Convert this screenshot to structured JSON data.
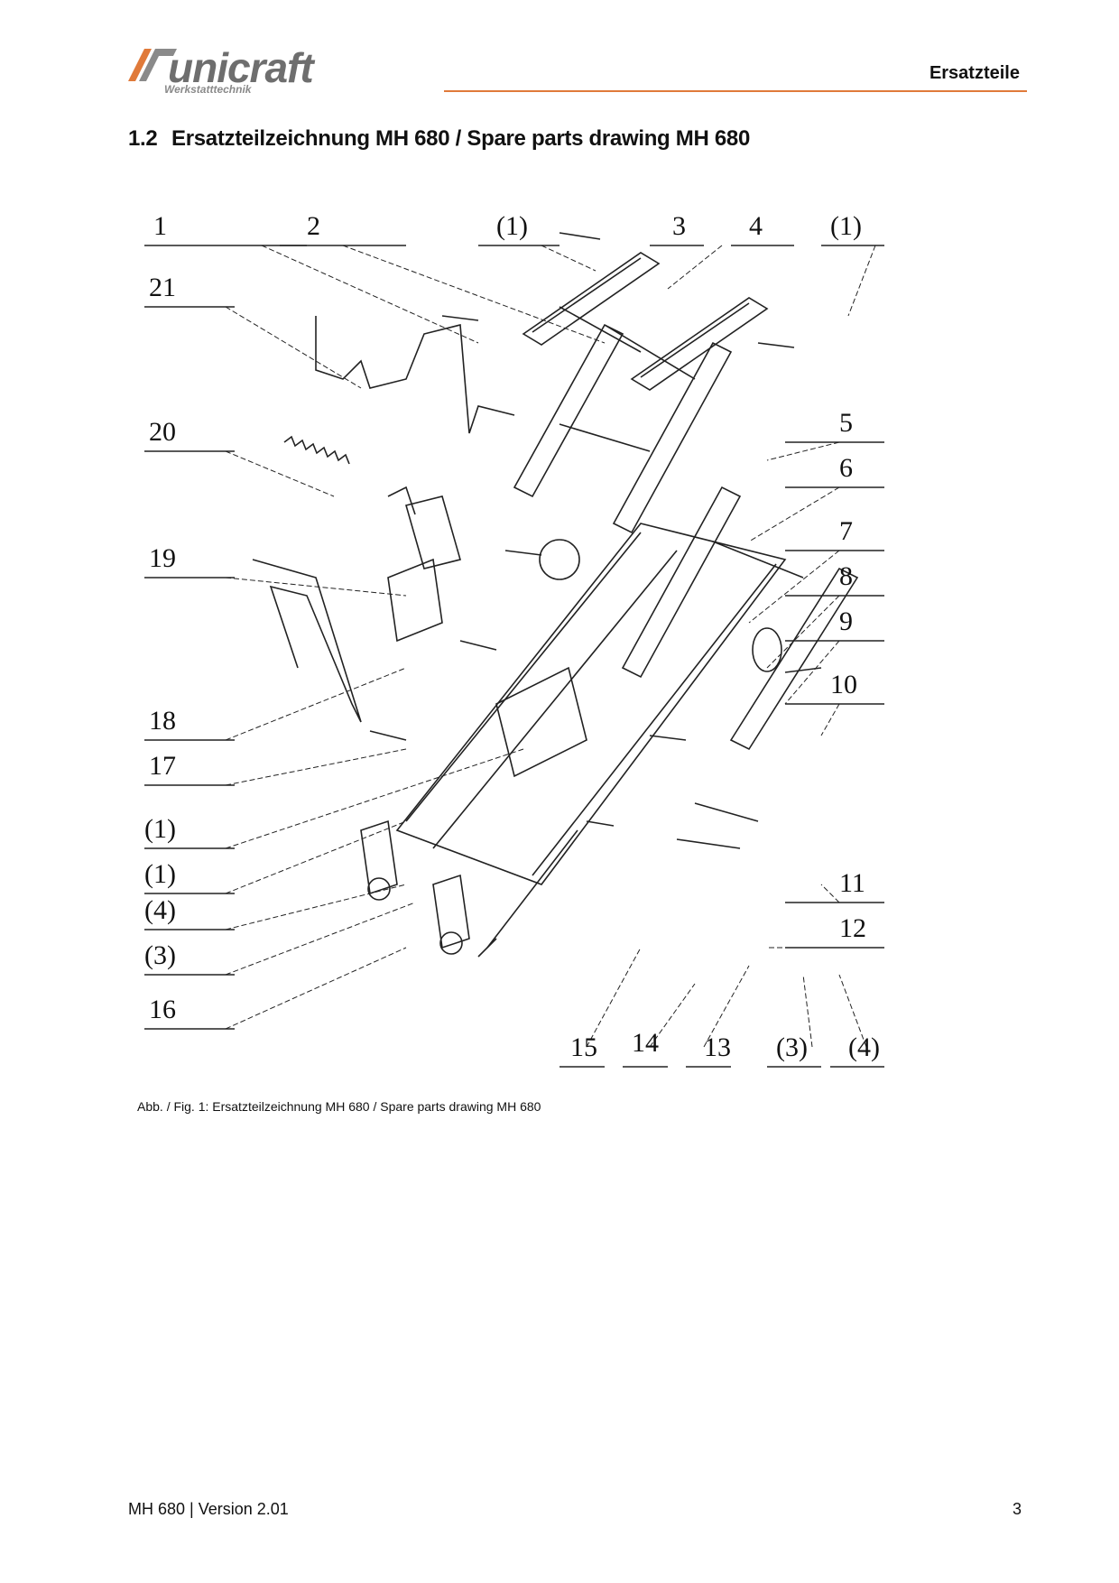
{
  "header": {
    "brand": "unicraft",
    "brand_sub": "Werkstatttechnik",
    "section_title": "Ersatzteile",
    "accent_color": "#e07a3a"
  },
  "heading": {
    "number": "1.2",
    "title": "Ersatzteilzeichnung MH 680 / Spare parts drawing MH 680"
  },
  "callouts": {
    "c1": "1",
    "c2": "2",
    "c1b": "(1)",
    "c3": "3",
    "c4": "4",
    "c1c": "(1)",
    "c21": "21",
    "c20": "20",
    "c5": "5",
    "c6": "6",
    "c19": "19",
    "c7": "7",
    "c8": "8",
    "c9": "9",
    "c18": "18",
    "c10": "10",
    "c17": "17",
    "c1d": "(1)",
    "c1e": "(1)",
    "c11": "11",
    "c4b": "(4)",
    "c12": "12",
    "c3b": "(3)",
    "c16": "16",
    "c15": "15",
    "c14": "14",
    "c13": "13",
    "c3c": "(3)",
    "c4c": "(4)"
  },
  "caption": "Abb. / Fig. 1: Ersatzteilzeichnung MH 680 / Spare parts drawing MH 680",
  "footer": {
    "model_version": "MH 680 | Version 2.01",
    "page_number": "3"
  }
}
